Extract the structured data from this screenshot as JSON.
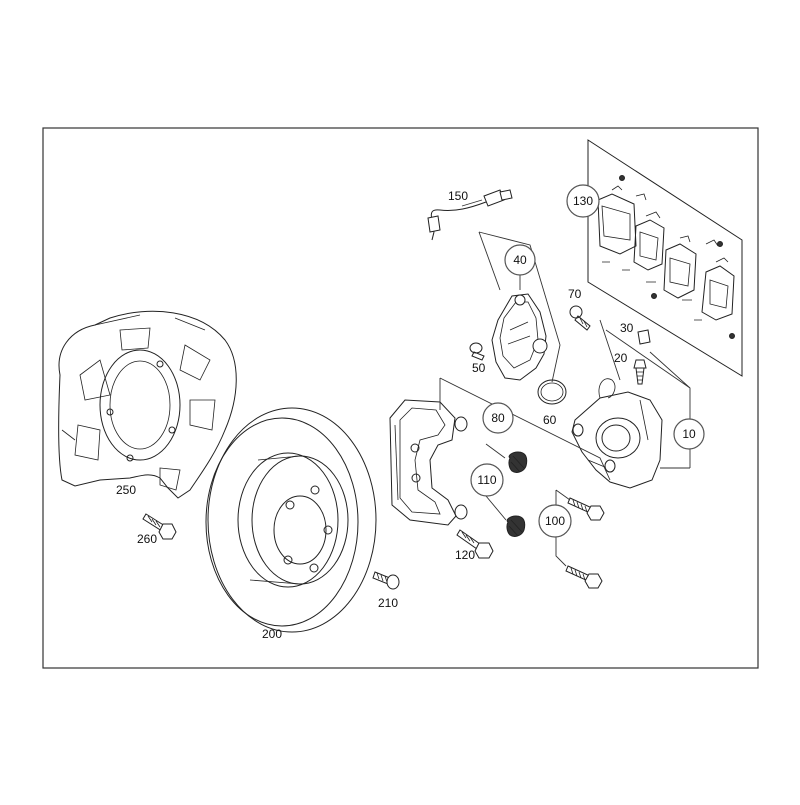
{
  "diagram": {
    "callouts": {
      "c10": "10",
      "c20": "20",
      "c30": "30",
      "c40": "40",
      "c50": "50",
      "c60": "60",
      "c70": "70",
      "c80": "80",
      "c100": "100",
      "c110": "110",
      "c120": "120",
      "c130": "130",
      "c150": "150",
      "c200": "200",
      "c210": "210",
      "c250": "250",
      "c260": "260"
    }
  }
}
